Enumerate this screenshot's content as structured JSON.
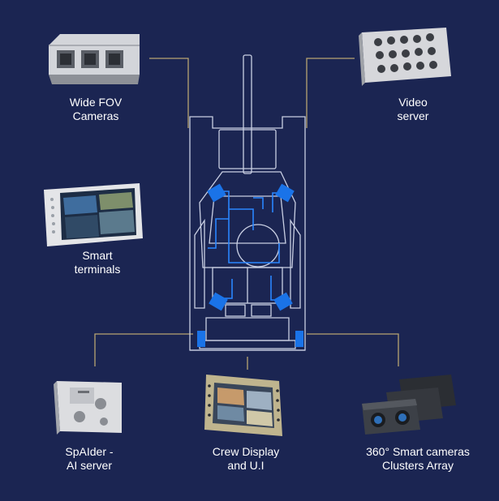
{
  "colors": {
    "background": "#1b2552",
    "connector": "#b8a472",
    "vehicle_outline": "#c9cfe3",
    "camera_blue": "#1a73e8",
    "wiring_blue": "#2a86ff",
    "text": "#ffffff"
  },
  "components": {
    "wide_fov": {
      "line1": "Wide FOV",
      "line2": "Cameras",
      "icon": "camera-module-icon"
    },
    "video_server": {
      "line1": "Video",
      "line2": "server",
      "icon": "server-box-icon"
    },
    "smart_terminals": {
      "line1": "Smart",
      "line2": "terminals",
      "icon": "tablet-icon"
    },
    "spaider": {
      "line1": "SpAIder -",
      "line2": "AI server",
      "icon": "ai-server-icon"
    },
    "crew_display": {
      "line1": "Crew Display",
      "line2": "and U.I",
      "icon": "display-monitor-icon"
    },
    "smart_cameras": {
      "line1": "360° Smart cameras",
      "line2": "Clusters Array",
      "icon": "camera-cluster-icon"
    }
  }
}
